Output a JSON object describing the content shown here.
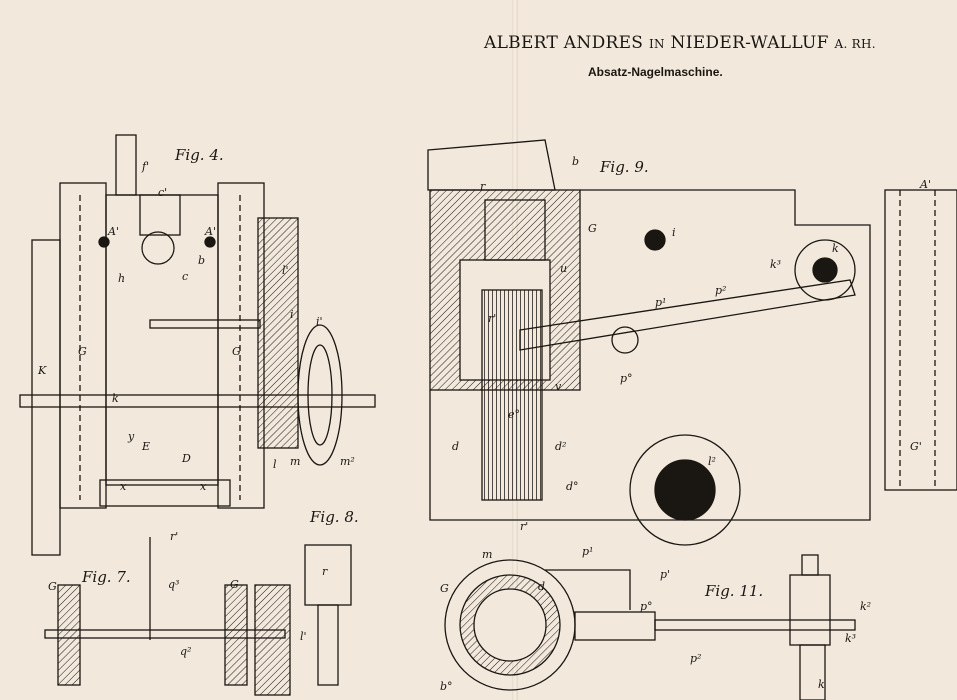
{
  "header": {
    "inventor": "Albert Andres",
    "in": "in",
    "place": "Nieder-Walluf",
    "region": "a. Rh.",
    "title": "Absatz-Nagelmaschine."
  },
  "figures": [
    "Fig. 4.",
    "Fig. 7.",
    "Fig. 8.",
    "Fig. 9.",
    "Fig. 11."
  ],
  "labels": {
    "fig4": [
      "f'",
      "c'",
      "A'",
      "A'",
      "b",
      "h",
      "c",
      "l'",
      "i",
      "i'",
      "G",
      "G",
      "K",
      "k",
      "E",
      "D",
      "m",
      "m²",
      "x",
      "x",
      "y",
      "l"
    ],
    "fig7": [
      "r'",
      "q³",
      "G",
      "G",
      "q²",
      "l'"
    ],
    "fig8": [
      "r"
    ],
    "fig9": [
      "b",
      "r",
      "G",
      "i",
      "k³",
      "k",
      "p¹",
      "p²",
      "u",
      "r'",
      "p°",
      "v",
      "e°",
      "d",
      "d²",
      "d°",
      "l²",
      "r'"
    ],
    "fig11": [
      "m",
      "d",
      "p¹",
      "p'",
      "p°",
      "G",
      "k²",
      "k³",
      "p²",
      "k",
      "b°"
    ],
    "right_edge": [
      "A'",
      "G'"
    ]
  }
}
